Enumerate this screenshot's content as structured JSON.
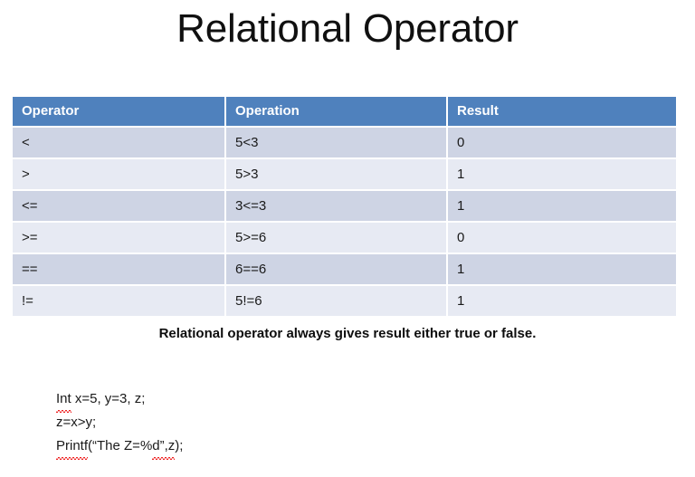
{
  "slide": {
    "title": "Relational Operator",
    "caption": "Relational operator always gives result either true or false."
  },
  "table": {
    "columns": [
      "Operator",
      "Operation",
      "Result"
    ],
    "rows": [
      {
        "operator": "<",
        "operation": "5<3",
        "result": "0"
      },
      {
        "operator": ">",
        "operation": "5>3",
        "result": "1"
      },
      {
        "operator": "<=",
        "operation": "3<=3",
        "result": "1"
      },
      {
        "operator": ">=",
        "operation": "5>=6",
        "result": "0"
      },
      {
        "operator": "==",
        "operation": "6==6",
        "result": "1"
      },
      {
        "operator": "!=",
        "operation": "5!=6",
        "result": "1"
      }
    ],
    "header_background": "#4f81bd",
    "header_text_color": "#ffffff",
    "row_odd_background": "#ced4e4",
    "row_even_background": "#e7eaf3"
  },
  "code": {
    "line1_flagged": "Int",
    "line1_rest": " x=5, y=3, z;",
    "line2": "z=x>y;",
    "line3_flagged_word": "Printf",
    "line3_mid": "(“The Z=%",
    "line3_flagged_tail": "d”,z",
    "line3_end": ");",
    "spellcheck_underline_color": "#ee2222"
  }
}
